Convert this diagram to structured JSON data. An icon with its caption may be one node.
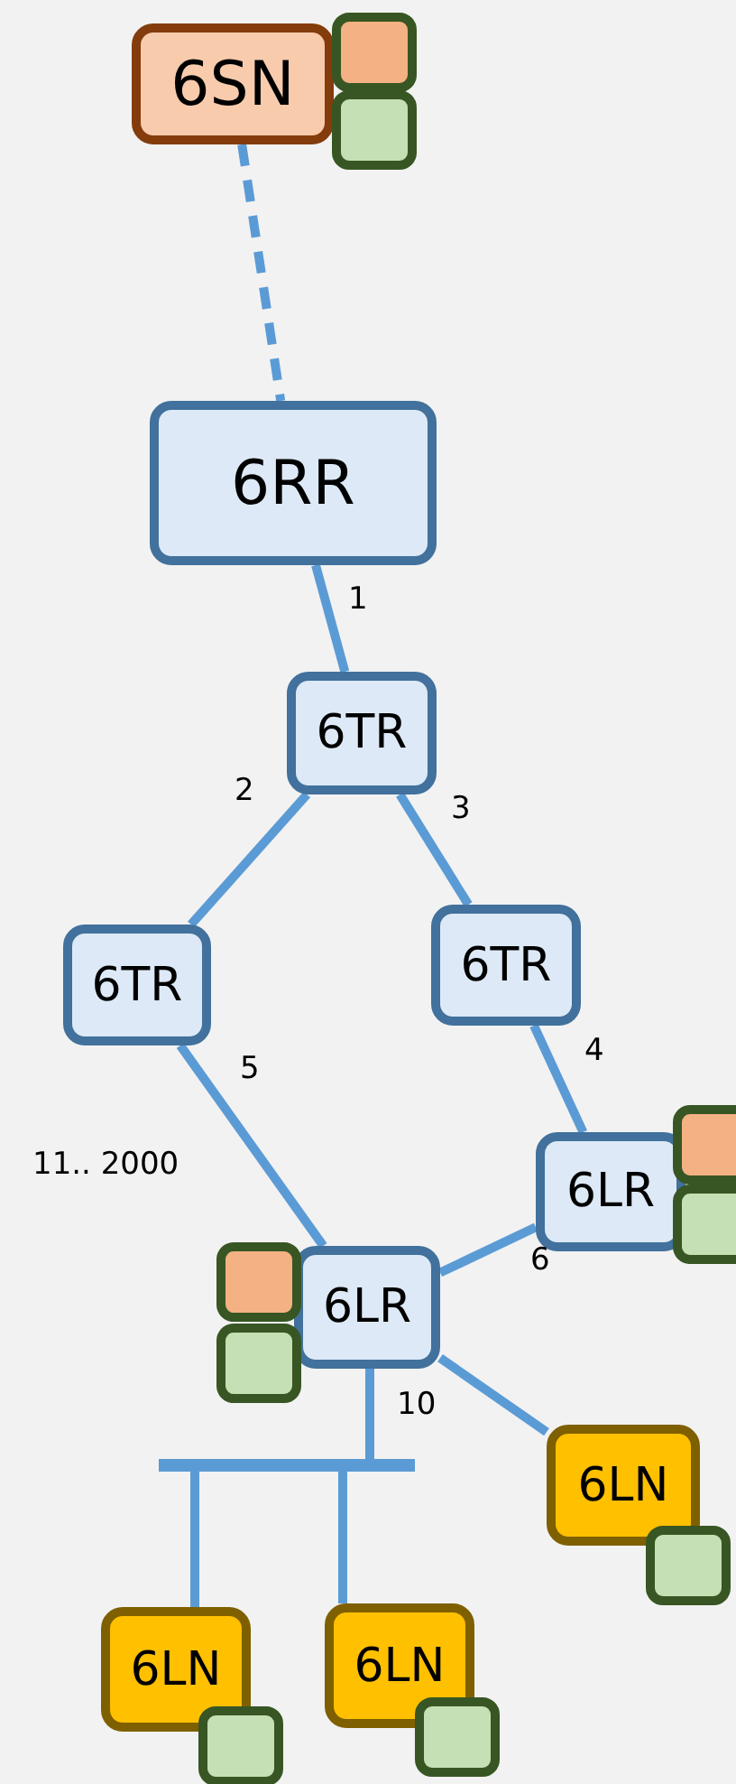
{
  "diagram": {
    "nodes": [
      {
        "text": [
          "6SN"
        ]
      },
      {
        "text": [
          "6RR"
        ]
      },
      {
        "text": [
          "6TR"
        ]
      },
      {
        "text": [
          "6TR"
        ]
      },
      {
        "text": [
          "6TR"
        ]
      },
      {
        "text": [
          "6LR"
        ]
      },
      {
        "text": [
          "6LR"
        ]
      },
      {
        "text": [
          "6LN"
        ]
      },
      {
        "text": [
          "6LN"
        ]
      },
      {
        "text": [
          "6LN"
        ]
      },
      {
        "text": [],
        "shape": "bar"
      }
    ],
    "edges": [
      {
        "from": 0,
        "to": 1,
        "arrow": "none",
        "style": "dashed"
      },
      {
        "from": 1,
        "to": 2,
        "arrow": "none",
        "label": "1"
      },
      {
        "from": 2,
        "to": 3,
        "arrow": "none",
        "label": "2"
      },
      {
        "from": 2,
        "to": 4,
        "arrow": "none",
        "label": "3"
      },
      {
        "from": 4,
        "to": 5,
        "arrow": "none",
        "label": "4"
      },
      {
        "from": 3,
        "to": 6,
        "arrow": "none",
        "label": "5"
      },
      {
        "from": 6,
        "to": 5,
        "arrow": "none",
        "label": "6"
      },
      {
        "from": 6,
        "to": 7,
        "arrow": "none"
      },
      {
        "from": 6,
        "to": 10,
        "arrow": "none",
        "label": "10"
      },
      {
        "from": 10,
        "to": 8,
        "arrow": "none"
      },
      {
        "from": 10,
        "to": 9,
        "arrow": "none"
      }
    ],
    "labels": [
      "11.. 2000"
    ]
  }
}
